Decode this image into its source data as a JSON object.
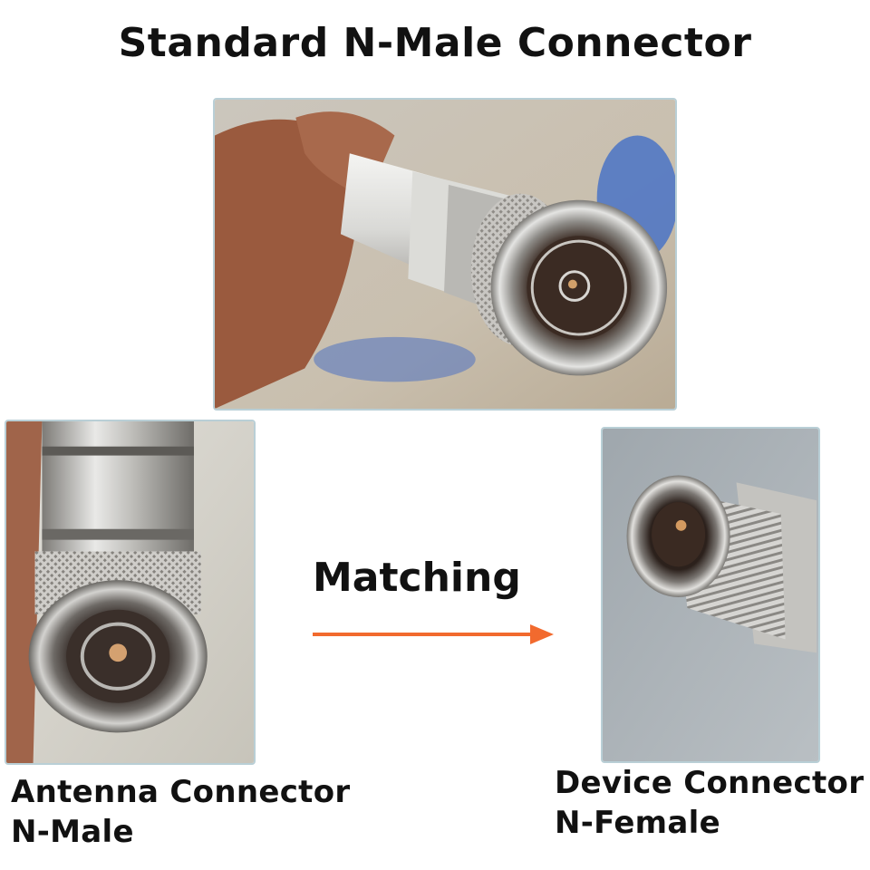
{
  "title": "Standard N-Male Connector",
  "matching": {
    "label": "Matching",
    "arrow_color": "#f26a2e"
  },
  "captions": {
    "left": {
      "line1": "Antenna Connector",
      "line2": "N-Male"
    },
    "right": {
      "line1": "Device Connector",
      "line2": "N-Female"
    }
  },
  "colors": {
    "photo_border": "#b9cfd6",
    "text": "#111111"
  }
}
